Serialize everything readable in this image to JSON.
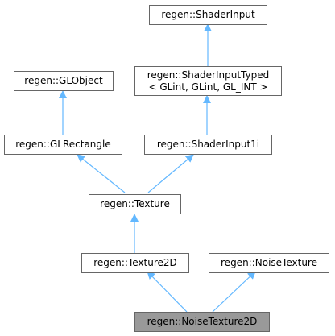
{
  "nodes": {
    "shader_input": {
      "label": "regen::ShaderInput"
    },
    "shader_input_typed": {
      "line1": "regen::ShaderInputTyped",
      "line2": "< GLint, GLint, GL_INT >"
    },
    "gl_object": {
      "label": "regen::GLObject"
    },
    "gl_rectangle": {
      "label": "regen::GLRectangle"
    },
    "shader_input_1i": {
      "label": "regen::ShaderInput1i"
    },
    "texture": {
      "label": "regen::Texture"
    },
    "texture_2d": {
      "label": "regen::Texture2D"
    },
    "noise_texture": {
      "label": "regen::NoiseTexture"
    },
    "noise_texture_2d": {
      "label": "regen::NoiseTexture2D"
    }
  },
  "colors": {
    "edge": "#63b8ff",
    "border": "#666666",
    "highlight": "#999999"
  }
}
